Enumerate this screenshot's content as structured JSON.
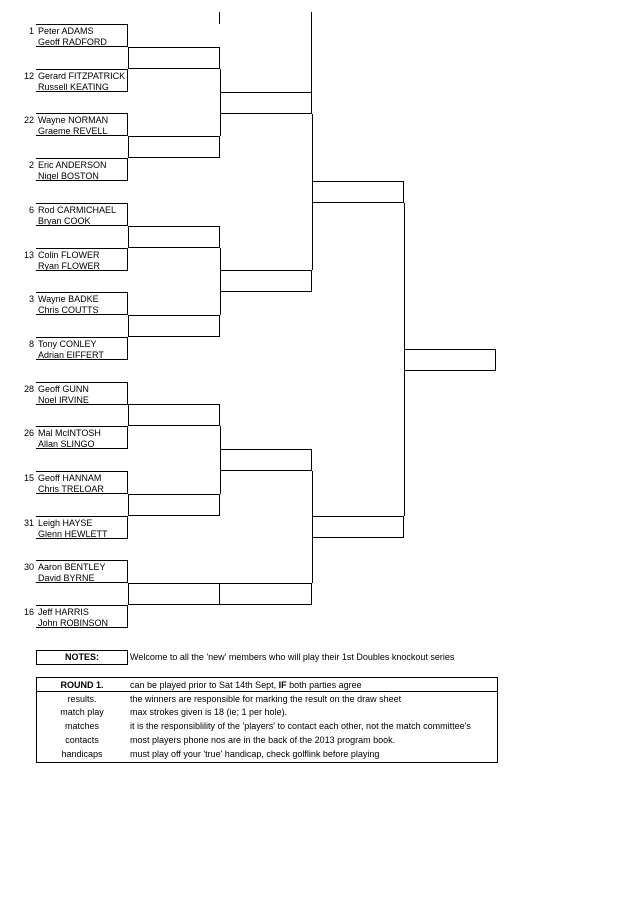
{
  "entries": [
    {
      "seed": "1",
      "p1": "Peter ADAMS",
      "p2": "Geoff RADFORD"
    },
    {
      "seed": "12",
      "p1": "Gerard FITZPATRICK",
      "p2": "Russell KEATING"
    },
    {
      "seed": "22",
      "p1": "Wayne NORMAN",
      "p2": "Graeme REVELL"
    },
    {
      "seed": "2",
      "p1": "Eric ANDERSON",
      "p2": "Nigel BOSTON"
    },
    {
      "seed": "6",
      "p1": "Rod CARMICHAEL",
      "p2": "Bryan COOK"
    },
    {
      "seed": "13",
      "p1": "Colin FLOWER",
      "p2": "Ryan FLOWER"
    },
    {
      "seed": "3",
      "p1": "Wayne BADKE",
      "p2": "Chris COUTTS"
    },
    {
      "seed": "8",
      "p1": "Tony CONLEY",
      "p2": "Adrian EIFFERT"
    },
    {
      "seed": "28",
      "p1": "Geoff GUNN",
      "p2": "Noel IRVINE"
    },
    {
      "seed": "26",
      "p1": "Mal McINTOSH",
      "p2": "Allan SLINGO"
    },
    {
      "seed": "15",
      "p1": "Geoff HANNAM",
      "p2": "Chris TRELOAR"
    },
    {
      "seed": "31",
      "p1": "Leigh HAYSE",
      "p2": "Glenn HEWLETT"
    },
    {
      "seed": "30",
      "p1": "Aaron BENTLEY",
      "p2": "David BYRNE"
    },
    {
      "seed": "16",
      "p1": "Jeff HARRIS",
      "p2": "John ROBINSON"
    }
  ],
  "notes": {
    "label": "NOTES:",
    "text": "Welcome to all the 'new' members who will play their 1st Doubles knockout series"
  },
  "rules": [
    {
      "label": "ROUND 1.",
      "text": "can be played prior to Sat 14th Sept, ",
      "bold": "IF",
      "rest": " both parties agree"
    },
    {
      "label": "results.",
      "text": "the winners are responsible for marking the result on the draw sheet"
    },
    {
      "label": "match play",
      "text": "max strokes given is 18 (ie; 1 per hole)."
    },
    {
      "label": "matches",
      "text": "it is the responsiblility of the 'players' to contact each other, not the match committee's"
    },
    {
      "label": "contacts",
      "text": "most players phone nos are in the back of the 2013 program book."
    },
    {
      "label": "handicaps",
      "text": "must play off your 'true' handicap, check golflink before playing"
    }
  ]
}
